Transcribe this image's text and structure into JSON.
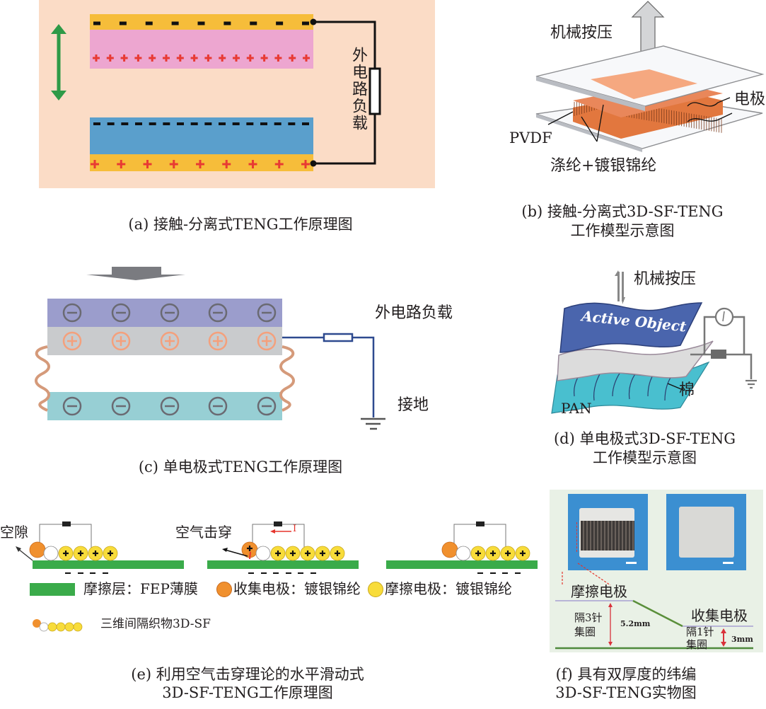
{
  "panels": {
    "a": {
      "caption": "(a) 接触-分离式TENG工作原理图",
      "load_label": "外电路负载",
      "top_neg_count": 9,
      "top_pos_count": 16,
      "bottom_neg_count": 16,
      "bottom_pos_count": 9,
      "colors": {
        "background": "#fbdcc6",
        "electrode": "#f6bd3a",
        "top_dielectric": "#eda6d0",
        "bottom_dielectric": "#5a9fcc",
        "plus": "#e83a33",
        "arrow": "#2e9a47"
      }
    },
    "b": {
      "caption_line1": "(b) 接触-分离式3D-SF-TENG",
      "caption_line2": "工作模型示意图",
      "press_label": "机械按压",
      "electrode_label": "电极",
      "pvdf_label": "PVDF",
      "fiber_label": "涤纶+镀银锦纶",
      "colors": {
        "fabric": "#e9875a",
        "fabric_top": "#f5a880",
        "plate": "#f4f5f7",
        "arrow": "#c9cacc"
      }
    },
    "c": {
      "caption": "(c) 单电极式TENG工作原理图",
      "load_label": "外电路负载",
      "ground_label": "接地",
      "top_layer_symbols": [
        "⊖",
        "⊖",
        "⊖",
        "⊖",
        "⊖"
      ],
      "mid_layer_symbols": [
        "⊕",
        "⊕",
        "⊕",
        "⊕",
        "⊕"
      ],
      "bottom_layer_symbols": [
        "⊖",
        "⊖",
        "⊖",
        "⊖",
        "⊖"
      ],
      "colors": {
        "top": "#9b9dcc",
        "mid": "#c9cbcd",
        "bottom": "#97cfd4",
        "spring": "#d59a7a",
        "wire": "#2e4a8f",
        "plus": "#f4a07c",
        "minus": "#6a6a72"
      }
    },
    "d": {
      "caption_line1": "(d) 单电极式3D-SF-TENG",
      "caption_line2": "工作模型示意图",
      "press_label": "机械按压",
      "active_object_label": "Active Object",
      "cotton_label": "棉",
      "pan_label": "PAN",
      "colors": {
        "active": "#4a65ad",
        "middle": "#dcdcdc",
        "pan": "#49bfcf",
        "circuit": "#777777"
      }
    },
    "e": {
      "caption_line1": "(e) 利用空气击穿理论的水平滑动式",
      "caption_line2": "3D-SF-TENG工作原理图",
      "gap_label": "空隙",
      "breakdown_label": "空气击穿",
      "current_label": "I",
      "legend": [
        {
          "symbol": "green-bar",
          "label": "摩擦层：FEP薄膜"
        },
        {
          "symbol": "orange-circle",
          "label": "收集电极：镀银锦纶"
        },
        {
          "symbol": "yellow-circle",
          "label": "摩擦电极：镀银锦纶"
        },
        {
          "symbol": "fabric-chain",
          "label": "三维间隔织物3D-SF"
        }
      ],
      "colors": {
        "film": "#3aab4a",
        "collector": "#f0902e",
        "friction": "#f8dc3a",
        "current": "#e5342c"
      }
    },
    "f": {
      "caption_line1": "(f) 具有双厚度的纬编",
      "caption_line2": "3D-SF-TENG实物图",
      "friction_electrode_label": "摩擦电极",
      "collector_electrode_label": "收集电极",
      "left_spacing_label_1": "隔3针",
      "left_spacing_label_2": "集圈",
      "right_spacing_label_1": "隔1针",
      "right_spacing_label_2": "集圈",
      "left_thickness": "5.2mm",
      "right_thickness": "3mm",
      "colors": {
        "background": "#e9f1e6",
        "photo_bg": "#3b8fd1",
        "baseline": "#4f8a3c",
        "dim_arrow": "#d9313a"
      }
    }
  }
}
